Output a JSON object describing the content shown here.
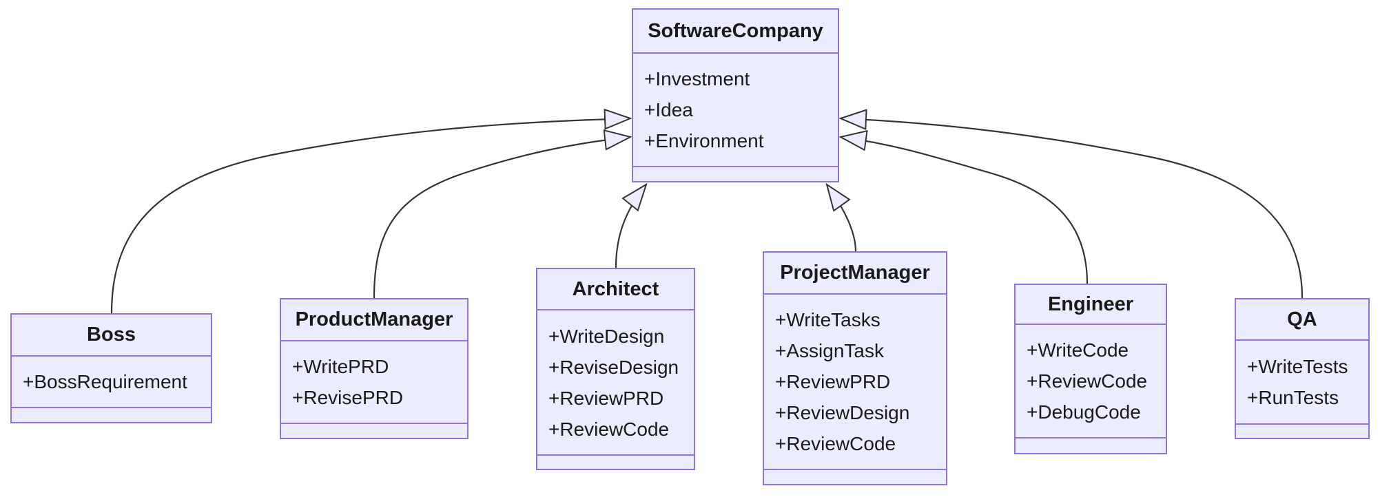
{
  "diagram": {
    "type": "uml-class-diagram",
    "colors": {
      "box_fill": "#ECECFF",
      "box_border": "#9370DB",
      "edge": "#333333",
      "text": "#1a1a1a",
      "background": "#ffffff"
    },
    "classes": [
      {
        "name": "SoftwareCompany",
        "members": [
          "+Investment",
          "+Idea",
          "+Environment"
        ]
      },
      {
        "name": "Boss",
        "members": [
          "+BossRequirement"
        ]
      },
      {
        "name": "ProductManager",
        "members": [
          "+WritePRD",
          "+RevisePRD"
        ]
      },
      {
        "name": "Architect",
        "members": [
          "+WriteDesign",
          "+ReviseDesign",
          "+ReviewPRD",
          "+ReviewCode"
        ]
      },
      {
        "name": "ProjectManager",
        "members": [
          "+WriteTasks",
          "+AssignTask",
          "+ReviewPRD",
          "+ReviewDesign",
          "+ReviewCode"
        ]
      },
      {
        "name": "Engineer",
        "members": [
          "+WriteCode",
          "+ReviewCode",
          "+DebugCode"
        ]
      },
      {
        "name": "QA",
        "members": [
          "+WriteTests",
          "+RunTests"
        ]
      }
    ],
    "relationships": [
      {
        "from": "Boss",
        "to": "SoftwareCompany",
        "type": "inheritance"
      },
      {
        "from": "ProductManager",
        "to": "SoftwareCompany",
        "type": "inheritance"
      },
      {
        "from": "Architect",
        "to": "SoftwareCompany",
        "type": "inheritance"
      },
      {
        "from": "ProjectManager",
        "to": "SoftwareCompany",
        "type": "inheritance"
      },
      {
        "from": "Engineer",
        "to": "SoftwareCompany",
        "type": "inheritance"
      },
      {
        "from": "QA",
        "to": "SoftwareCompany",
        "type": "inheritance"
      }
    ]
  }
}
